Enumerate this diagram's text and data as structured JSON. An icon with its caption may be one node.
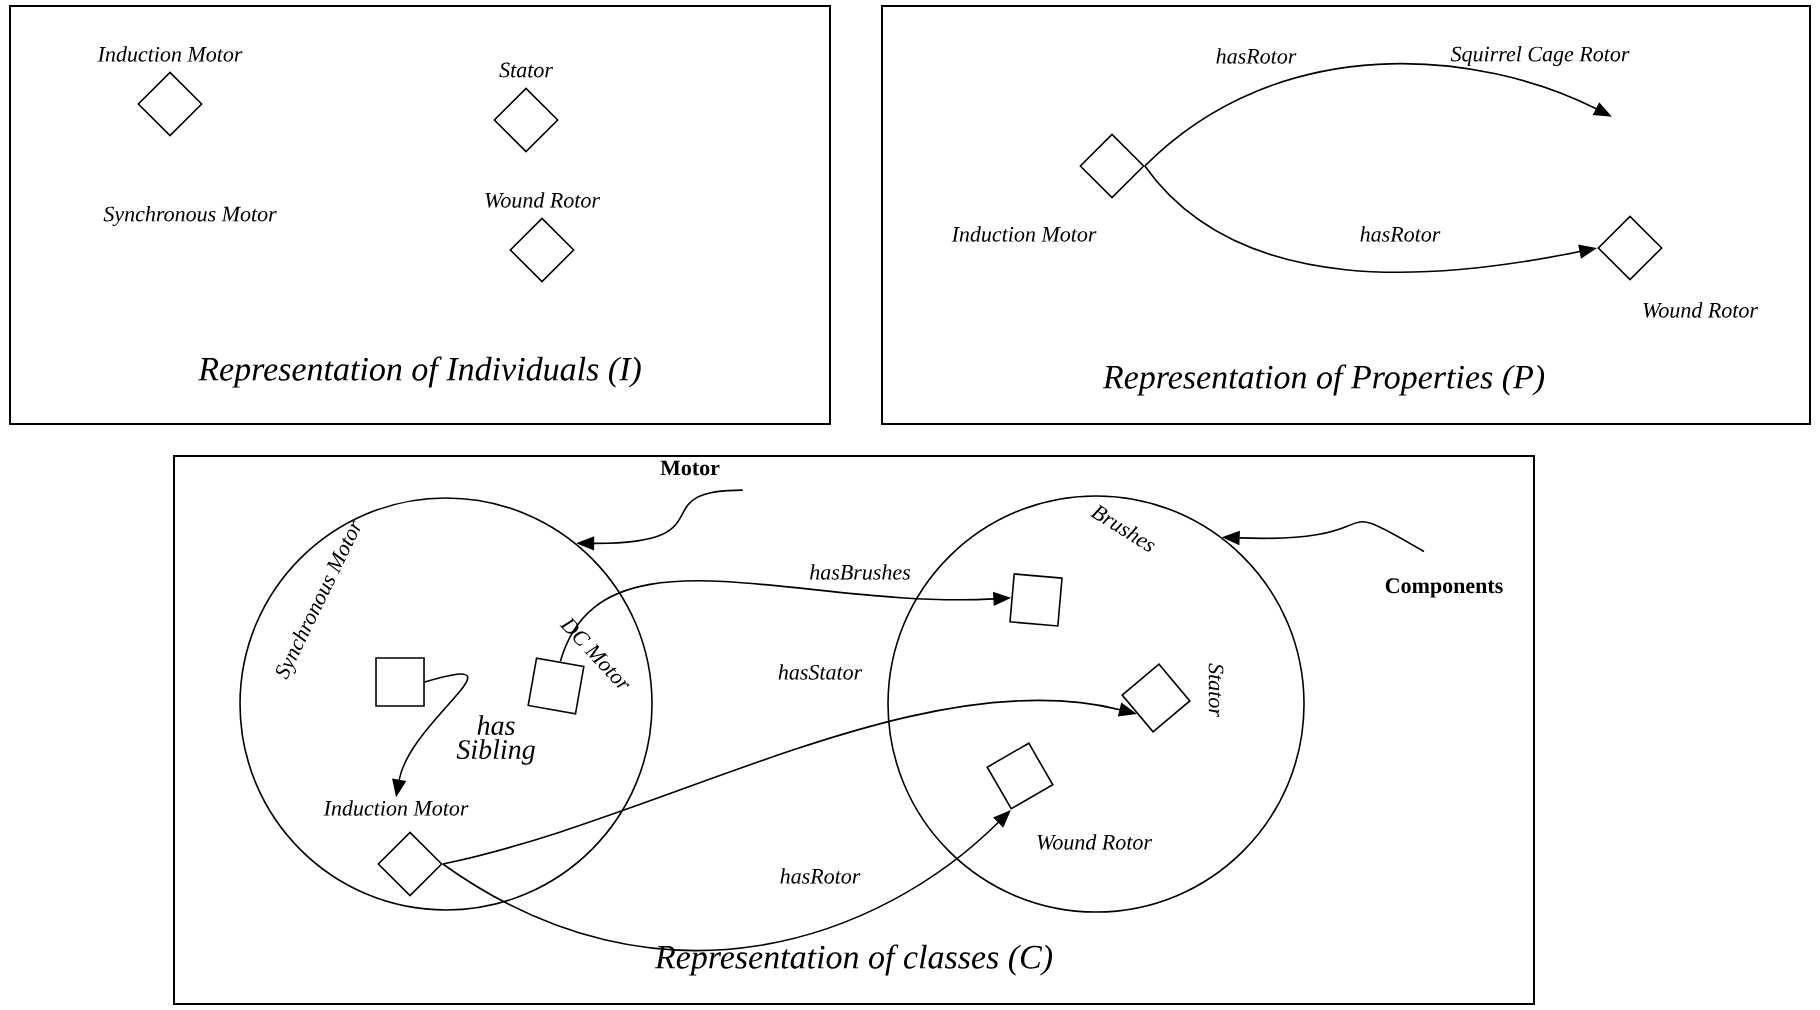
{
  "diagram": {
    "nodes": [
      {
        "text": [
          "Representation of Individuals (I)"
        ]
      },
      {
        "text": [
          "Induction Motor"
        ],
        "in": 0
      },
      {
        "text": [
          "Stator"
        ],
        "in": 0
      },
      {
        "text": [
          "Wound Rotor"
        ],
        "in": 0
      },
      {
        "text": [
          "Representation of Properties (P)"
        ]
      },
      {
        "text": [
          "Induction Motor"
        ],
        "in": 4
      },
      {
        "text": [
          "Squirrel Cage Rotor"
        ],
        "in": 4
      },
      {
        "text": [
          "Wound Rotor"
        ],
        "in": 4
      },
      {
        "text": [
          "Representation of classes (C)"
        ]
      },
      {
        "text": [
          "Motor"
        ],
        "in": 8
      },
      {
        "text": [],
        "shape": "circle",
        "in": 8
      },
      {
        "text": [
          "Synchronous Motor"
        ],
        "in": 10
      },
      {
        "text": [
          "DC Motor"
        ],
        "in": 10
      },
      {
        "text": [
          "Induction Motor"
        ],
        "in": 10
      },
      {
        "text": [
          "Components"
        ],
        "in": 8
      },
      {
        "text": [],
        "shape": "circle",
        "in": 8
      },
      {
        "text": [
          "Brushes"
        ],
        "in": 15
      },
      {
        "text": [
          "Stator"
        ],
        "in": 15
      },
      {
        "text": [
          "Wound Rotor"
        ],
        "in": 15
      }
    ],
    "edges": [
      {
        "from": 5,
        "to": 6,
        "arrow": "to",
        "label": "hasRotor"
      },
      {
        "from": 5,
        "to": 7,
        "arrow": "to",
        "label": "hasRotor"
      },
      {
        "from": 9,
        "to": 10,
        "arrow": "to"
      },
      {
        "from": 14,
        "to": 15,
        "arrow": "to"
      },
      {
        "from": 11,
        "to": 13,
        "arrow": "to",
        "label": "has Sibling"
      },
      {
        "from": 12,
        "to": 16,
        "arrow": "to",
        "label": "hasBrushes"
      },
      {
        "from": 13,
        "to": 17,
        "arrow": "to",
        "label": "hasStator"
      },
      {
        "from": 13,
        "to": 18,
        "arrow": "to",
        "label": "hasRotor"
      }
    ],
    "labels": [
      "Synchronous Motor"
    ]
  }
}
